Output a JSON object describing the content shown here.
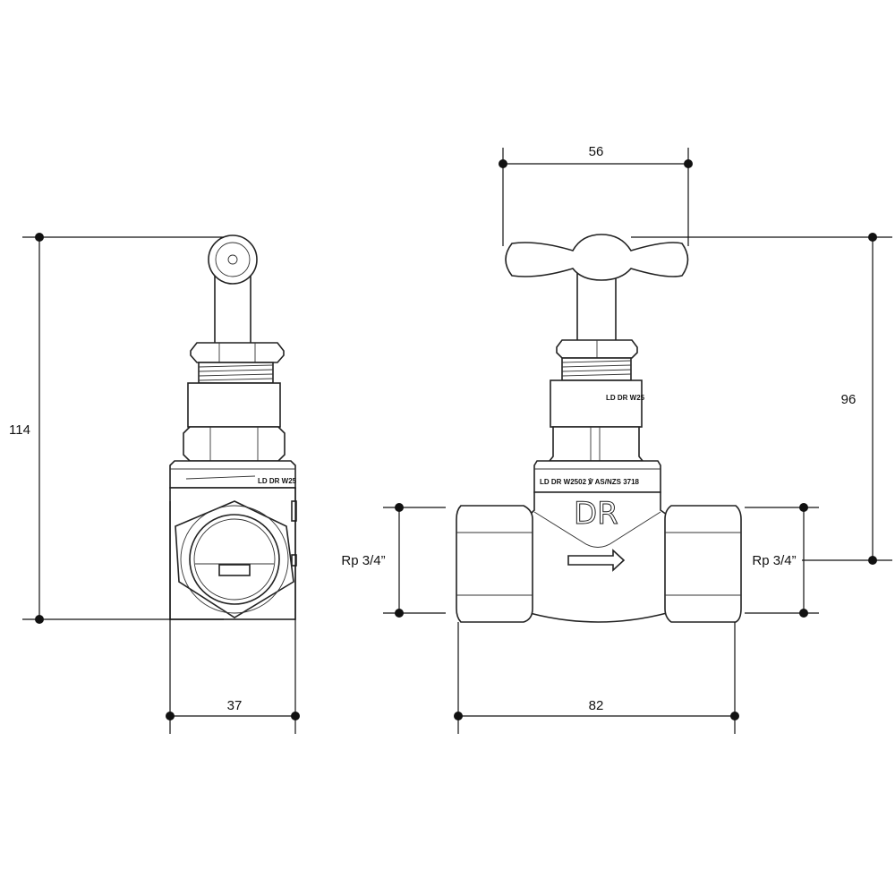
{
  "dimensions": {
    "side_height": "114",
    "side_width": "37",
    "handle_width": "56",
    "handle_to_centre": "96",
    "thread_left": "Rp 3/4”",
    "thread_right": "Rp 3/4”",
    "body_length": "82"
  },
  "markings": {
    "side_collar": "LD DR W25",
    "bonnet": "LD DR W25",
    "front_collar": "LD DR W2502 ℣ AS/NZS 3718",
    "logo": "DR"
  }
}
